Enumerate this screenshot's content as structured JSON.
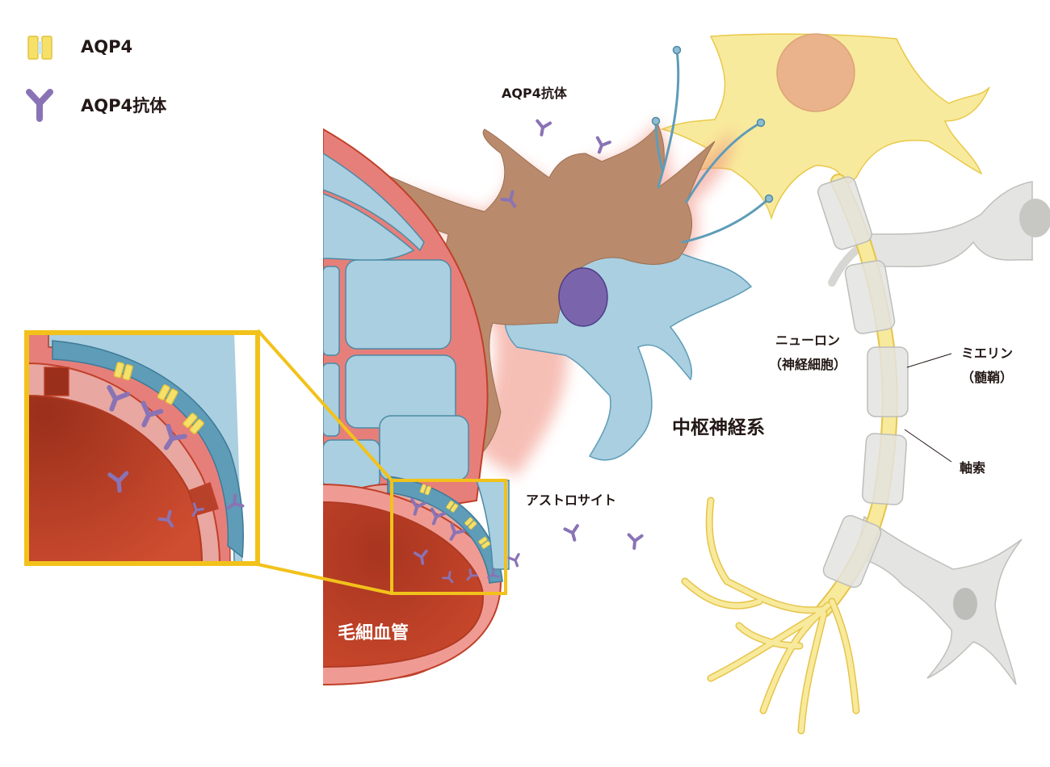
{
  "legend": {
    "aqp4": "AQP4",
    "antibody": "AQP4抗体"
  },
  "labels": {
    "antibody_top": "AQP4抗体",
    "astrocyte": "アストロサイト",
    "capillary": "毛細血管",
    "cns": "中枢神経系",
    "neuron_line1": "ニューロン",
    "neuron_line2": "（神経細胞）",
    "myelin_line1": "ミエリン",
    "myelin_line2": "（髄鞘）",
    "axon": "軸索"
  },
  "colors": {
    "aqp4_yellow": "#f5e16a",
    "antibody_purple": "#8a73b5",
    "astrocyte_blue": "#a9cfe0",
    "astrocyte_brown": "#b98b6c",
    "vessel_red": "#c0402a",
    "vessel_wall": "#e67f7a",
    "neuron_yellow": "#f8ea9c",
    "myelin_gray": "#e3e3e1",
    "zoom_frame": "#f2c21b"
  }
}
